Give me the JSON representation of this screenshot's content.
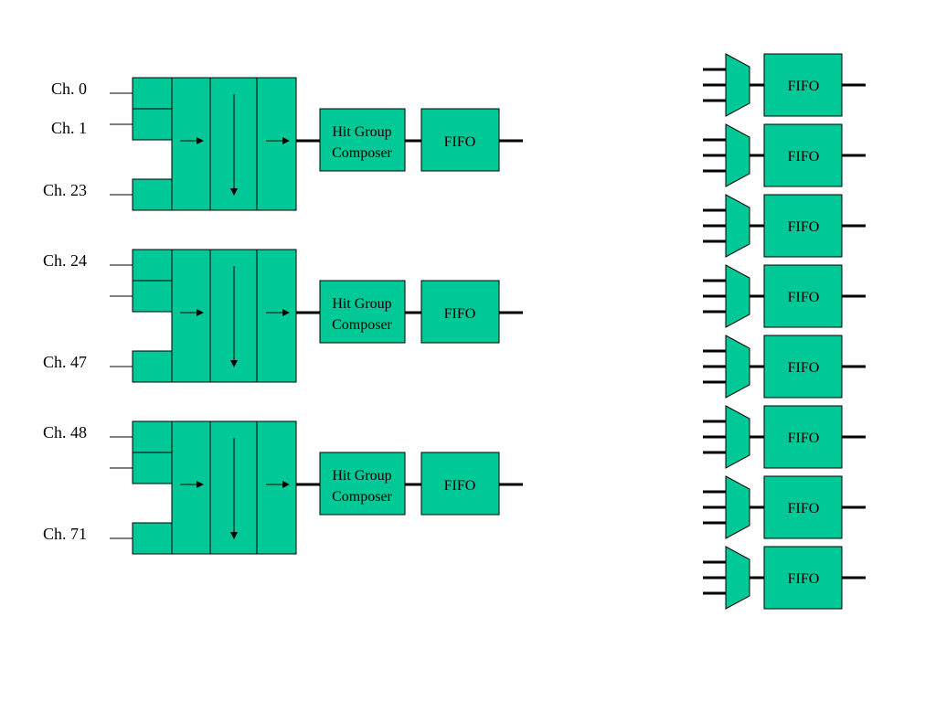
{
  "colors": {
    "block_fill": "#00c896",
    "stroke": "#000000",
    "background": "#ffffff"
  },
  "groups": [
    {
      "channel_labels": [
        "Ch. 0",
        "Ch. 1",
        "Ch. 23"
      ],
      "composer_label": [
        "Hit Group",
        "Composer"
      ],
      "fifo_label": "FIFO"
    },
    {
      "channel_labels": [
        "Ch. 24",
        "",
        "Ch. 47"
      ],
      "composer_label": [
        "Hit Group",
        "Composer"
      ],
      "fifo_label": "FIFO"
    },
    {
      "channel_labels": [
        "Ch. 48",
        "",
        "Ch. 71"
      ],
      "composer_label": [
        "Hit Group",
        "Composer"
      ],
      "fifo_label": "FIFO"
    }
  ],
  "mux_fifos": [
    {
      "fifo_label": "FIFO"
    },
    {
      "fifo_label": "FIFO"
    },
    {
      "fifo_label": "FIFO"
    },
    {
      "fifo_label": "FIFO"
    },
    {
      "fifo_label": "FIFO"
    },
    {
      "fifo_label": "FIFO"
    },
    {
      "fifo_label": "FIFO"
    },
    {
      "fifo_label": "FIFO"
    }
  ]
}
